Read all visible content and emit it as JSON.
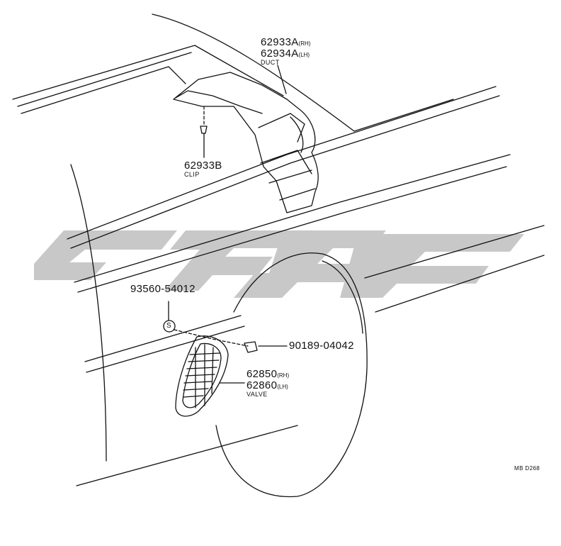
{
  "parts": {
    "duct": {
      "lines": [
        {
          "number": "62933A",
          "suffix": "(RH)"
        },
        {
          "number": "62934A",
          "suffix": "(LH)"
        }
      ],
      "name": "DUCT"
    },
    "clip": {
      "lines": [
        {
          "number": "62933B",
          "suffix": ""
        }
      ],
      "name": "CLIP"
    },
    "screw": {
      "lines": [
        {
          "number": "93560-54012",
          "suffix": ""
        }
      ],
      "symbol": "S"
    },
    "nut": {
      "lines": [
        {
          "number": "90189-04042",
          "suffix": ""
        }
      ]
    },
    "valve": {
      "lines": [
        {
          "number": "62850",
          "suffix": "(RH)"
        },
        {
          "number": "62860",
          "suffix": "(LH)"
        }
      ],
      "name": "VALVE"
    }
  },
  "figure_ref": "MB D268",
  "colors": {
    "ink": "#111111",
    "watermark": "#c8c8c8"
  }
}
